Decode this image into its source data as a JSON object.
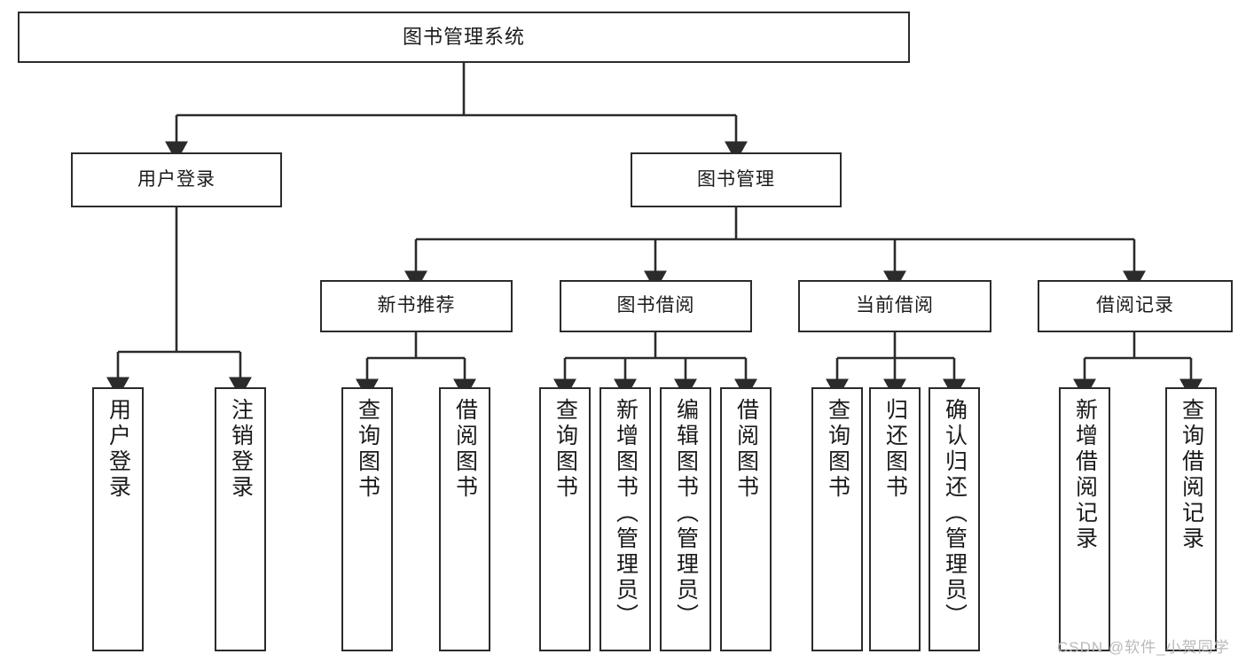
{
  "diagram": {
    "title": "图书管理系统",
    "type": "tree-hierarchy-chart",
    "watermark": "CSDN @软件_小贺同学",
    "root": {
      "id": "root",
      "label": "图书管理系统"
    },
    "level2": [
      {
        "id": "user-login",
        "label": "用户登录"
      },
      {
        "id": "book-manage",
        "label": "图书管理"
      }
    ],
    "level3": [
      {
        "id": "new-book-recommend",
        "label": "新书推荐",
        "parent": "book-manage"
      },
      {
        "id": "book-borrow",
        "label": "图书借阅",
        "parent": "book-manage"
      },
      {
        "id": "current-borrow",
        "label": "当前借阅",
        "parent": "book-manage"
      },
      {
        "id": "borrow-record",
        "label": "借阅记录",
        "parent": "book-manage"
      }
    ],
    "leaves": {
      "user_login": [
        {
          "id": "leaf-user-login",
          "label": "用户登录"
        },
        {
          "id": "leaf-user-logout",
          "label": "注销登录"
        }
      ],
      "new_book_recommend": [
        {
          "id": "leaf-query-book-1",
          "label": "查询图书"
        },
        {
          "id": "leaf-borrow-book-1",
          "label": "借阅图书"
        }
      ],
      "book_borrow": [
        {
          "id": "leaf-query-book-2",
          "label": "查询图书"
        },
        {
          "id": "leaf-add-book",
          "label": "新增图书（管理员）"
        },
        {
          "id": "leaf-edit-book",
          "label": "编辑图书（管理员）"
        },
        {
          "id": "leaf-borrow-book-2",
          "label": "借阅图书"
        }
      ],
      "current_borrow": [
        {
          "id": "leaf-query-book-3",
          "label": "查询图书"
        },
        {
          "id": "leaf-return-book",
          "label": "归还图书"
        },
        {
          "id": "leaf-confirm-return",
          "label": "确认归还（管理员）"
        }
      ],
      "borrow_record": [
        {
          "id": "leaf-add-record",
          "label": "新增借阅记录"
        },
        {
          "id": "leaf-query-record",
          "label": "查询借阅记录"
        }
      ]
    },
    "colors": {
      "stroke": "#2b2b2b",
      "fill": "#ffffff",
      "text": "#1a1a1a",
      "watermark": "#b9b9b9"
    }
  }
}
